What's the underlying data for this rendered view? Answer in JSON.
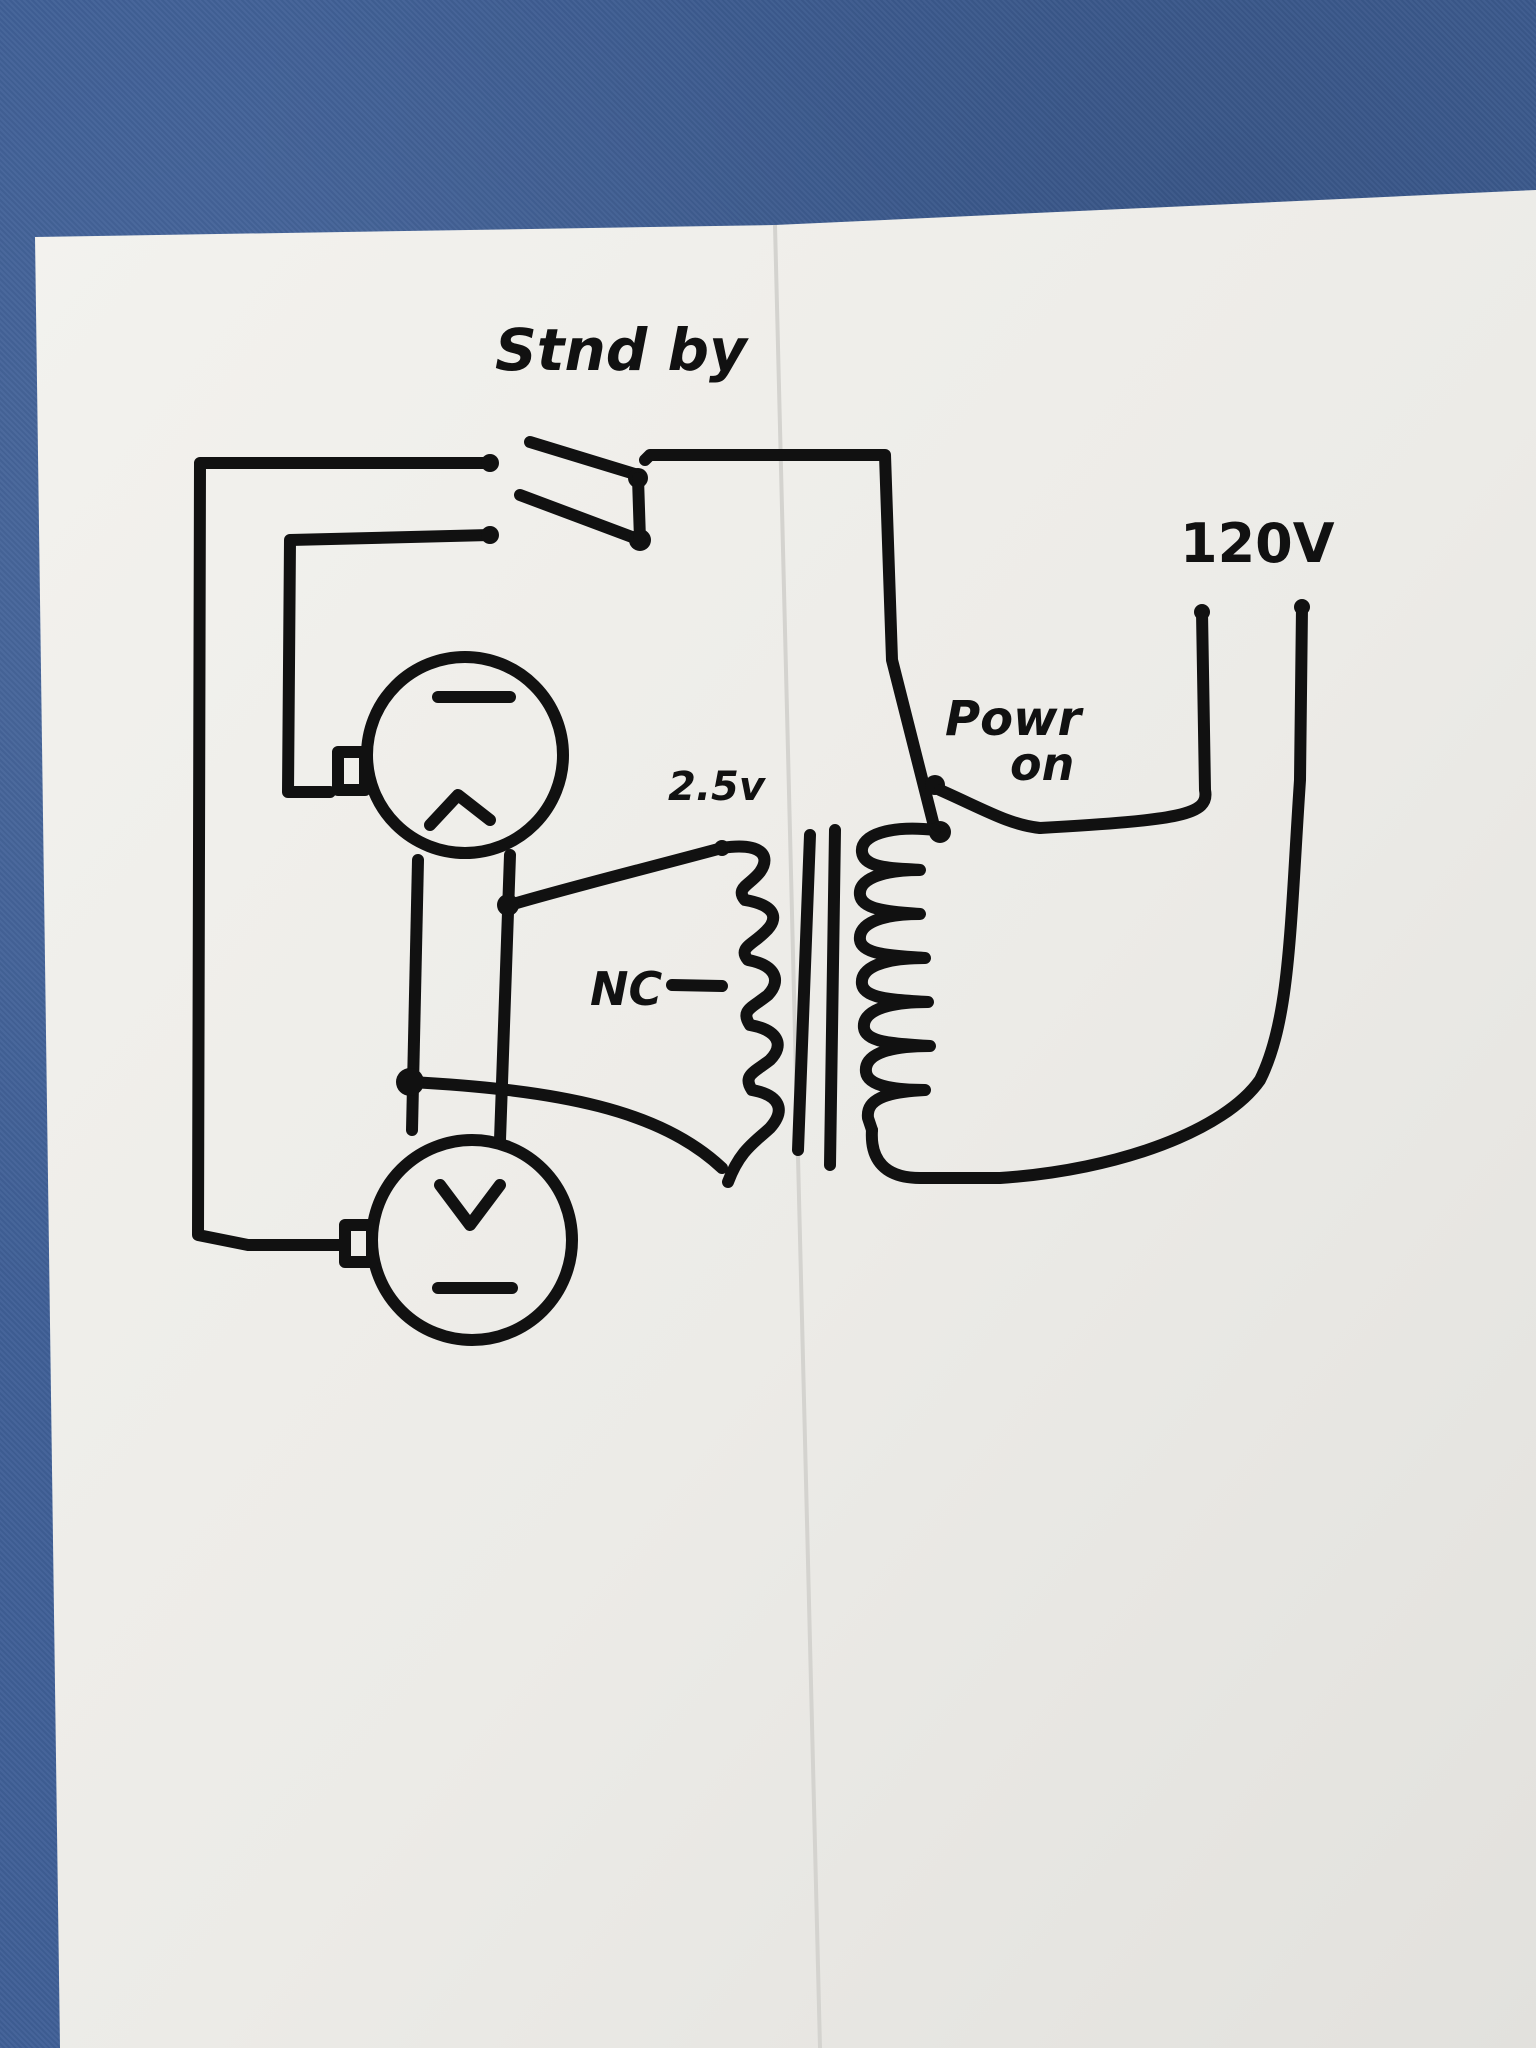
{
  "labels": {
    "standby": "Stnd by",
    "v120": "120V",
    "power_line1": "Powr",
    "power_line2": "on",
    "v25": "2.5v",
    "nc": "NC"
  },
  "colors": {
    "background": "#3f5f96",
    "paper": "#efeeea",
    "ink": "#111111"
  }
}
